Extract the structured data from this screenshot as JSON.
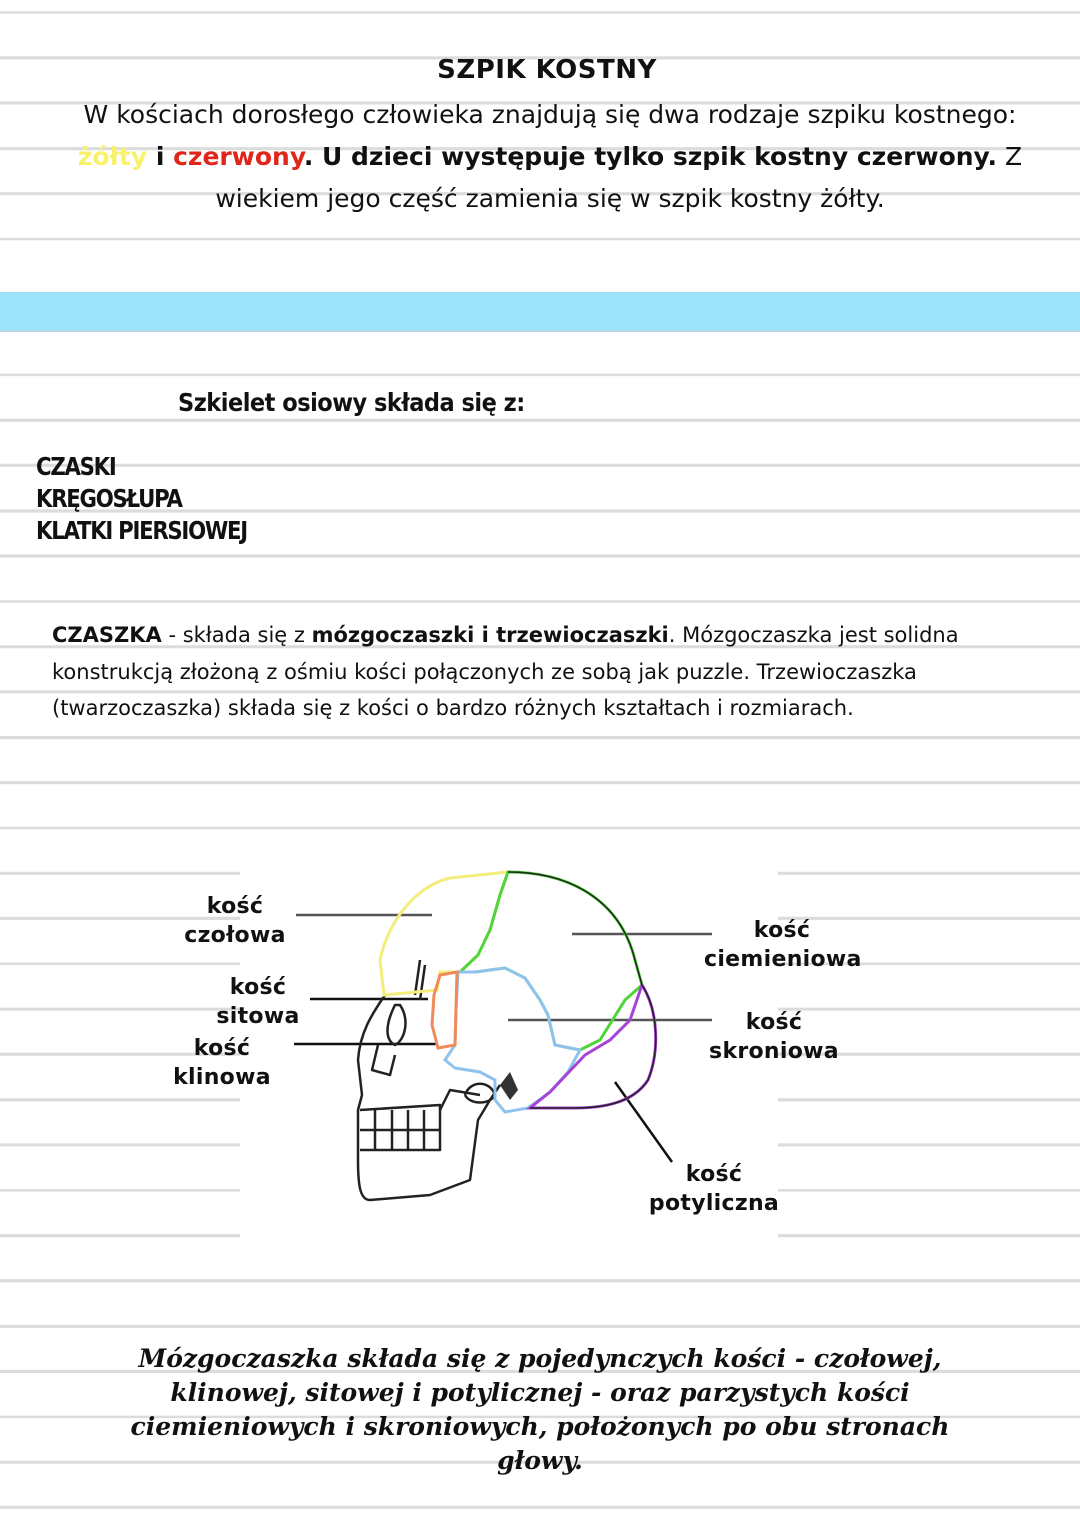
{
  "section1": {
    "title": "SZPIK KOSTNY",
    "intro": {
      "part1": "W kościach dorosłego człowieka znajdują się dwa rodzaje szpiku kostnego: ",
      "yellow_word": "żółty",
      "connector": " i ",
      "red_word": "czerwony",
      "bold_sentence": ". U dzieci występuje tylko szpik kostny czerwony.",
      "rest": " Z wiekiem jego część zamienia się w szpik kostny żółty."
    },
    "colors": {
      "yellow": "#f7f26a",
      "red": "#e0261a",
      "band": "#9de3fb"
    }
  },
  "section2": {
    "heading": "Szkielet osiowy składa się z:",
    "items": [
      "CZASKI",
      "KRĘGOSŁUPA",
      "KLATKI PIERSIOWEJ"
    ]
  },
  "section3": {
    "term": "CZASZKA",
    "dash": " - składa się z ",
    "bold_terms": "mózgoczaszki i trzewioczaszki",
    "rest": ". Mózgoczaszka jest solidna konstrukcją złożoną z ośmiu kości połączonych ze sobą jak puzzle. Trzewioczaszka (twarzoczaszka) składa się z kości o bardzo różnych kształtach i rozmiarach."
  },
  "diagram": {
    "labels": {
      "czolowa": [
        "kość",
        "czołowa"
      ],
      "sitowa": [
        "kość",
        "sitowa"
      ],
      "klinowa": [
        "kość",
        "klinowa"
      ],
      "ciemieniowa": [
        "kość",
        "ciemieniowa"
      ],
      "skroniowa": [
        "kość",
        "skroniowa"
      ],
      "potyliczna": [
        "kość",
        "potyliczna"
      ]
    },
    "bone_colors": {
      "czolowa": "#f3ee7a",
      "ciemieniowa": "#4fd43a",
      "skroniowa": "#8fc3ee",
      "sitowa": "#f08a5a",
      "potyliczna": "#a743d6"
    }
  },
  "summary": "Mózgoczaszka składa się z pojedynczych kości - czołowej, klinowej, sitowej i potylicznej - oraz parzystych kości ciemieniowych i skroniowych, położonych po obu stronach głowy."
}
